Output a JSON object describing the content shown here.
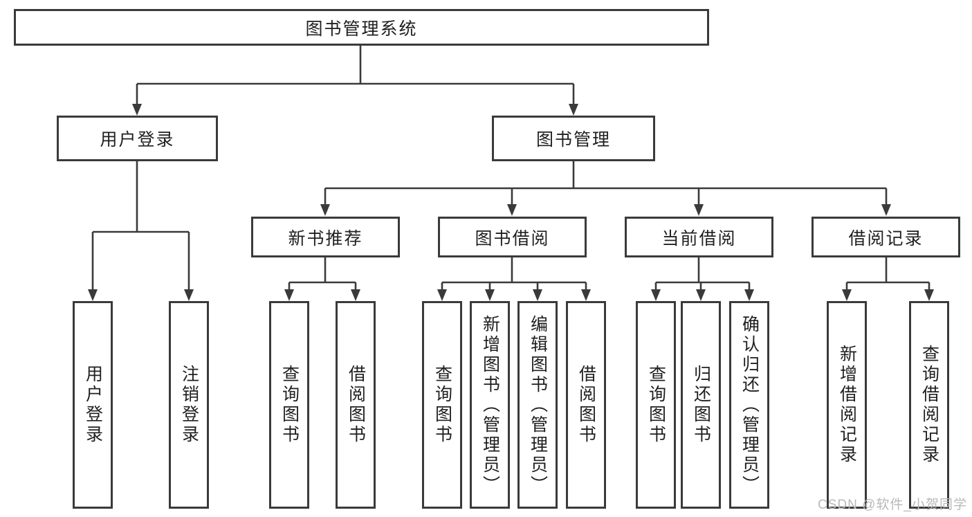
{
  "colors": {
    "line": "#3a3a3a",
    "text": "#1f1f1f",
    "background": "#ffffff",
    "watermark": "#b9b9b9"
  },
  "watermark": "CSDN @软件_小贺同学",
  "tree": {
    "root": {
      "label": "图书管理系统"
    },
    "level2": [
      {
        "label": "用户登录"
      },
      {
        "label": "图书管理"
      }
    ],
    "level3": [
      {
        "label": "新书推荐",
        "parent": "图书管理"
      },
      {
        "label": "图书借阅",
        "parent": "图书管理"
      },
      {
        "label": "当前借阅",
        "parent": "图书管理"
      },
      {
        "label": "借阅记录",
        "parent": "图书管理"
      }
    ],
    "leaves": [
      {
        "label": "用户登录",
        "parent": "用户登录"
      },
      {
        "label": "注销登录",
        "parent": "用户登录"
      },
      {
        "label": "查询图书",
        "parent": "新书推荐"
      },
      {
        "label": "借阅图书",
        "parent": "新书推荐"
      },
      {
        "label": "查询图书",
        "parent": "图书借阅"
      },
      {
        "label": "新增图书（管理员）",
        "parent": "图书借阅"
      },
      {
        "label": "编辑图书（管理员）",
        "parent": "图书借阅"
      },
      {
        "label": "借阅图书",
        "parent": "图书借阅"
      },
      {
        "label": "查询图书",
        "parent": "当前借阅"
      },
      {
        "label": "归还图书",
        "parent": "当前借阅"
      },
      {
        "label": "确认归还（管理员）",
        "parent": "当前借阅"
      },
      {
        "label": "新增借阅记录",
        "parent": "借阅记录"
      },
      {
        "label": "查询借阅记录",
        "parent": "借阅记录"
      }
    ]
  }
}
